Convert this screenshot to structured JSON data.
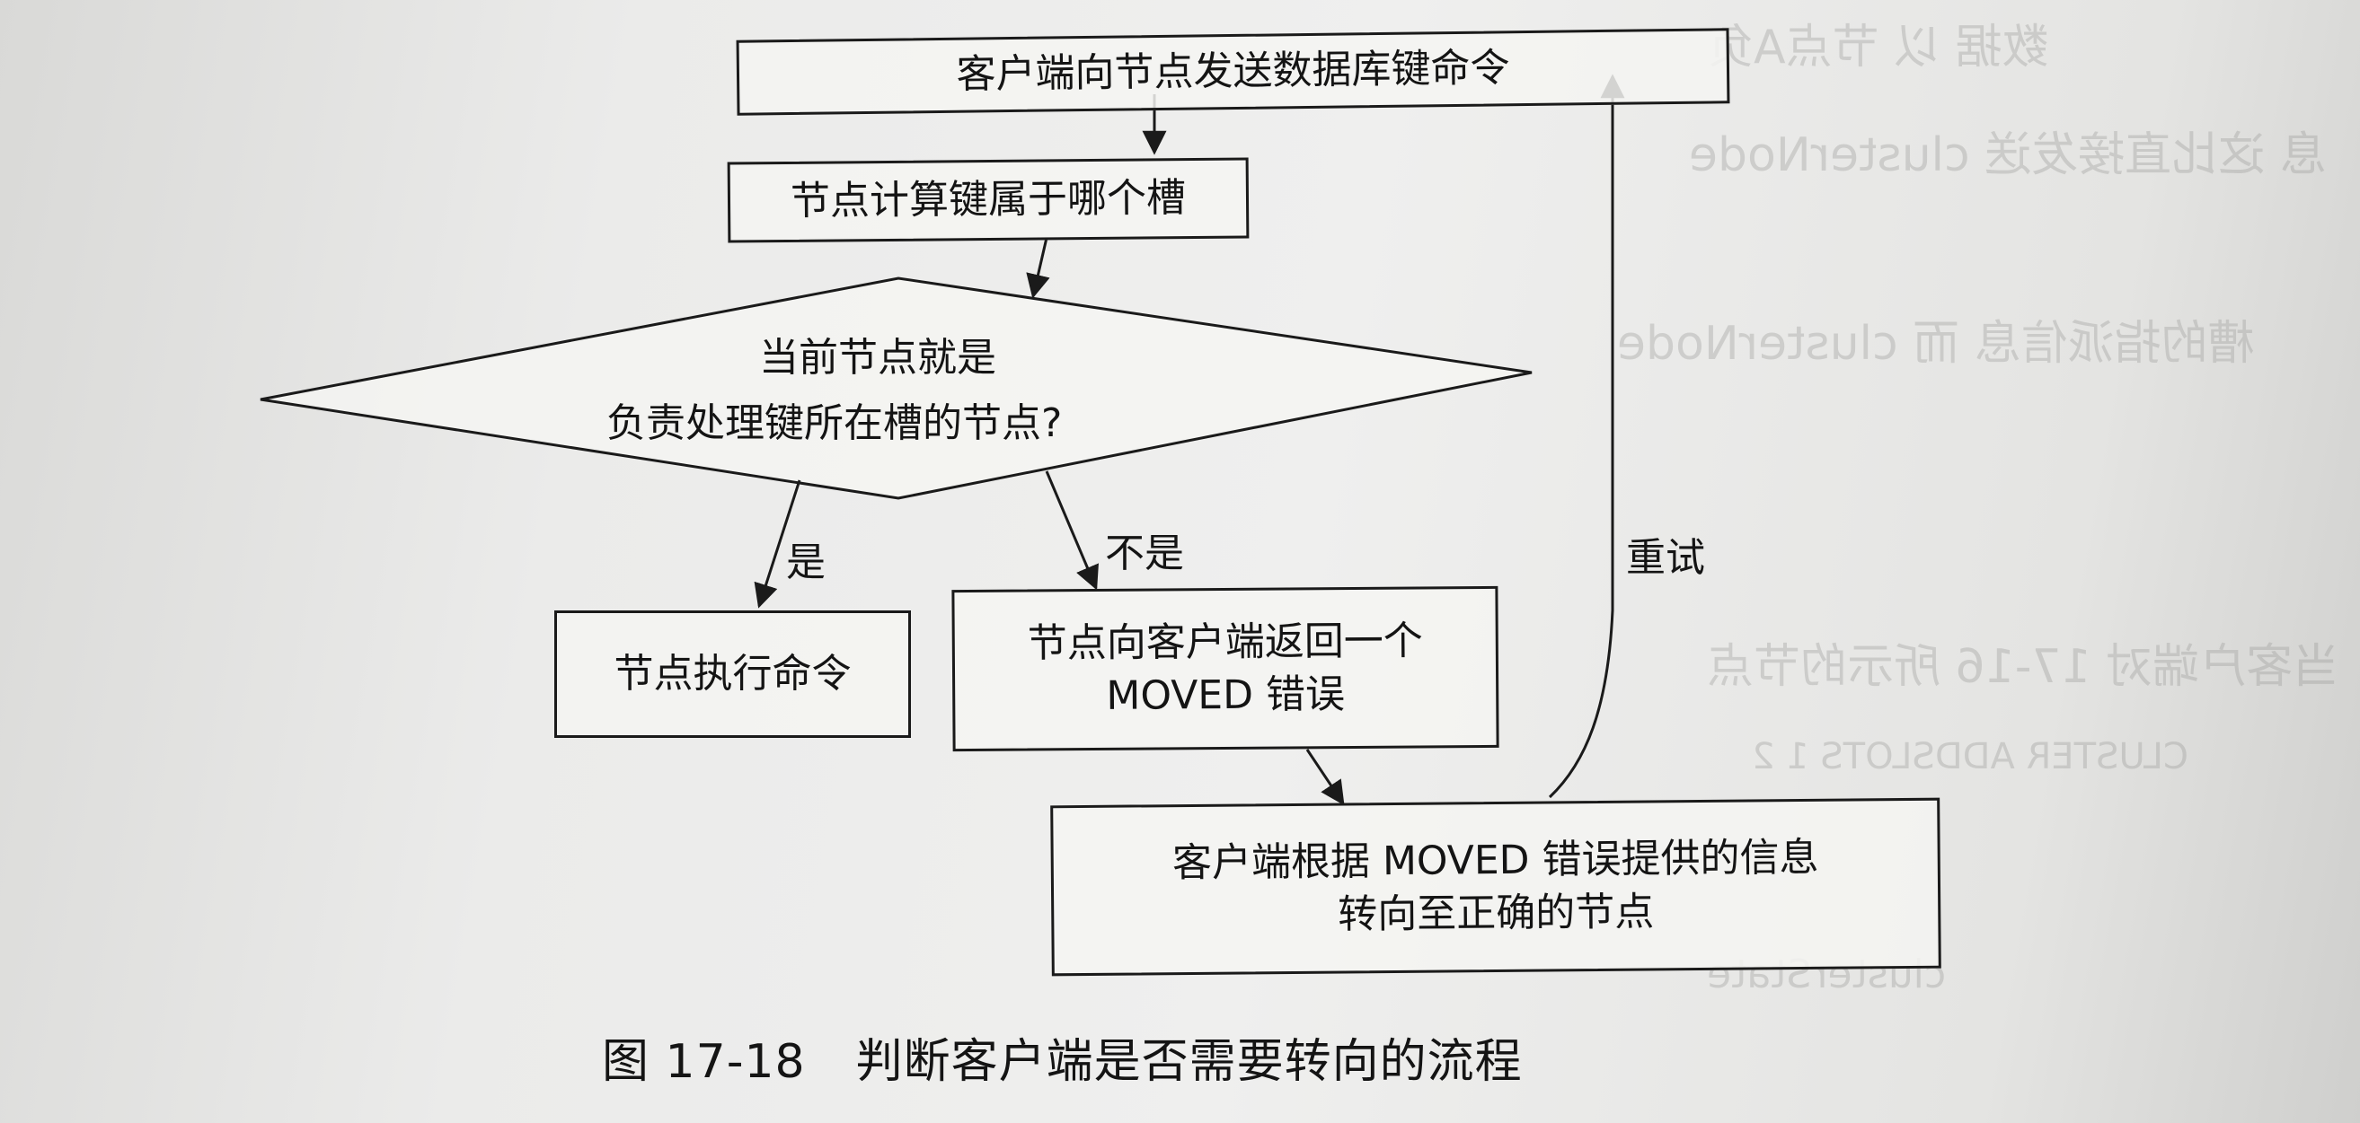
{
  "diagram": {
    "nodes": {
      "send_command": "客户端向节点发送数据库键命令",
      "compute_slot": "节点计算键属于哪个槽",
      "decision_line1": "当前节点就是",
      "decision_line2": "负责处理键所在槽的节点?",
      "execute": "节点执行命令",
      "moved_line1": "节点向客户端返回一个",
      "moved_line2": "MOVED 错误",
      "redirect_line1": "客户端根据 MOVED 错误提供的信息",
      "redirect_line2": "转向至正确的节点"
    },
    "edge_labels": {
      "yes": "是",
      "no": "不是",
      "retry": "重试"
    },
    "caption": {
      "number": "图 17-18",
      "title": "判断客户端是否需要转向的流程"
    }
  }
}
